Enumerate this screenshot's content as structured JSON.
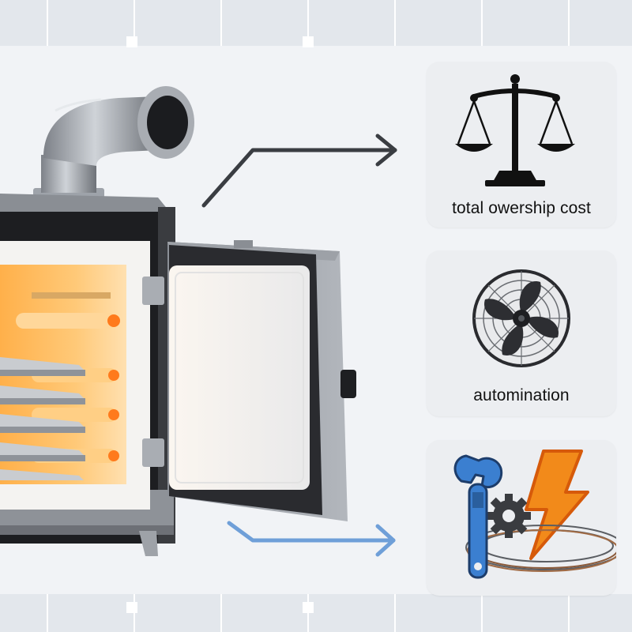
{
  "benefits": [
    {
      "id": "cost",
      "label": "total owership cost",
      "icon": "balance-scale-icon"
    },
    {
      "id": "auto",
      "label": "automination",
      "icon": "fan-icon"
    },
    {
      "id": "maint",
      "label": "",
      "icon": "wrench-gear-lightning-icon"
    }
  ],
  "colors": {
    "background": "#f1f3f6",
    "card": "#eceef1",
    "arrow_dark": "#3a3d42",
    "arrow_blue": "#6f9fd8",
    "heater_glow": "#ffb04a",
    "wrench_blue": "#3b7fd0",
    "lightning_orange": "#f28a1a"
  }
}
